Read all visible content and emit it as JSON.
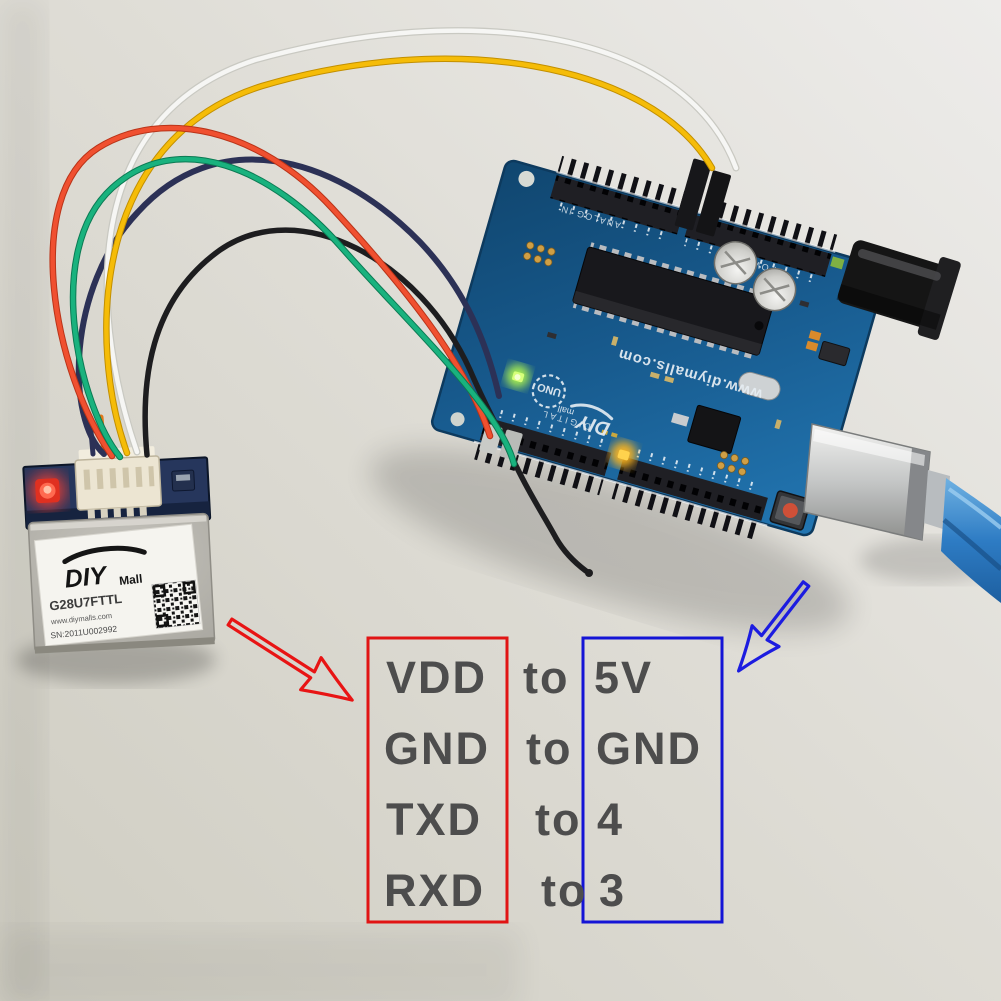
{
  "photo": {
    "gps_module": {
      "logo_main": "DIY",
      "logo_sub": "Mall",
      "model": "G28U7FTTL",
      "website": "www.diymalls.com",
      "serial": "SN:2011U002992",
      "led_color": "#ff3a22",
      "pcb_color": "#26365c"
    },
    "arduino": {
      "website": "www.diymalls.com",
      "logo_main": "DIY",
      "logo_sub": "mall",
      "model": "UNO",
      "label_digital": "DIGITAL",
      "label_analog": "ANALOG IN",
      "label_power": "POWER",
      "pcb_color": "#1b6aa0",
      "power_led_color": "#b8ff4a",
      "tx_led_color": "#ffb61e"
    }
  },
  "wiring_table": {
    "rows": [
      {
        "module_pin": "VDD",
        "joiner": "to",
        "arduino_pin": "5V"
      },
      {
        "module_pin": "GND",
        "joiner": "to",
        "arduino_pin": "GND"
      },
      {
        "module_pin": "TXD",
        "joiner": "to",
        "arduino_pin": "4"
      },
      {
        "module_pin": "RXD",
        "joiner": "to",
        "arduino_pin": "3"
      }
    ],
    "module_box_color": "#e11414",
    "arduino_box_color": "#1414d6",
    "text_color": "#4d4d4d"
  },
  "annotations": {
    "red_arrow_color": "#e81414",
    "blue_arrow_color": "#1c1ce0"
  },
  "wires": {
    "white": "#f6f6f4",
    "white_edge": "#c9c9c2",
    "yellow": "#f5bc08",
    "yellow_edge": "#c28f00",
    "red": "#f05030",
    "red_edge": "#b93318",
    "green": "#19b27e",
    "green_edge": "#0b7a53",
    "navy": "#2c3156",
    "orange": "#e07818",
    "black": "#1d1d1f"
  },
  "usb": {
    "cable_color": "#2e7cc4"
  }
}
